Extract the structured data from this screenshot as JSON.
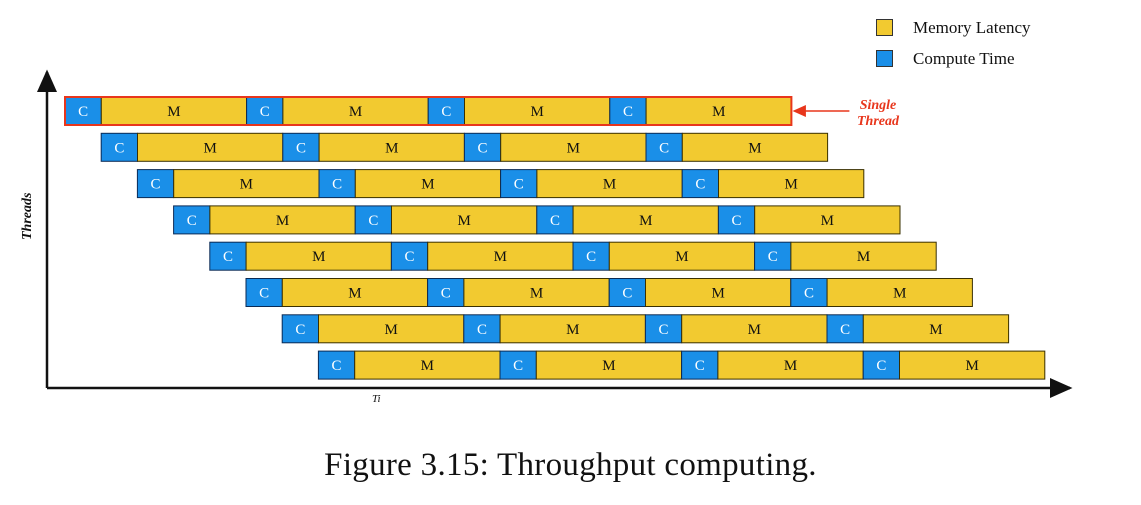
{
  "legend": {
    "items": [
      {
        "label": "Memory Latency",
        "color": "#f2ca30"
      },
      {
        "label": "Compute Time",
        "color": "#1a8fe8"
      }
    ]
  },
  "axes": {
    "y_label": "Threads",
    "x_label_fragment": "Ti"
  },
  "annotation": {
    "line1": "Single",
    "line2": "Thread",
    "color": "#e8361c"
  },
  "blocks": {
    "compute_label": "C",
    "memory_label": "M",
    "compute_color": "#1a8fe8",
    "memory_color": "#f2ca30",
    "threads": 8,
    "cycles_per_thread": 4,
    "highlighted_thread": 0
  },
  "caption": "Figure 3.15: Throughput computing."
}
